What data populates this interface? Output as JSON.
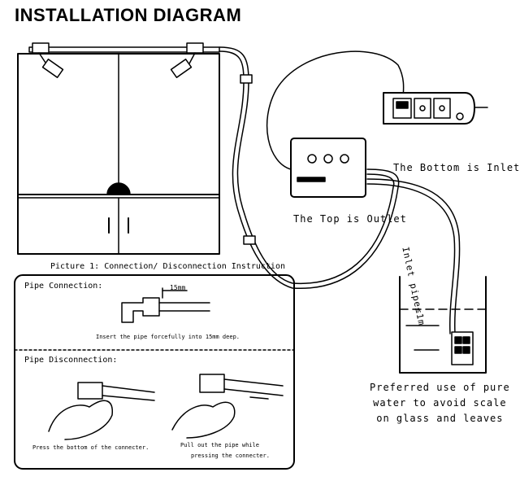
{
  "title": "INSTALLATION DIAGRAM",
  "labels": {
    "bottom_inlet": "The Bottom is Inlet",
    "top_outlet": "The Top is Outlet",
    "inlet_pipe": "Inlet pipe≤1m",
    "picture_caption": "Picture 1: Connection/ Disconnection Instruction",
    "pipe_connection": "Pipe Connection:",
    "dim_15mm": "15mm",
    "insert_instruction": "Insert the pipe forcefully into 15mm deep.",
    "pipe_disconnection": "Pipe Disconnection:",
    "press_instruction": "Press the bottom of the connecter.",
    "pull_line1": "Pull out the pipe while",
    "pull_line2": "pressing the connecter.",
    "preferred_line1": "Preferred use of pure",
    "preferred_line2": "water to avoid scale",
    "preferred_line3": "on glass and leaves"
  }
}
